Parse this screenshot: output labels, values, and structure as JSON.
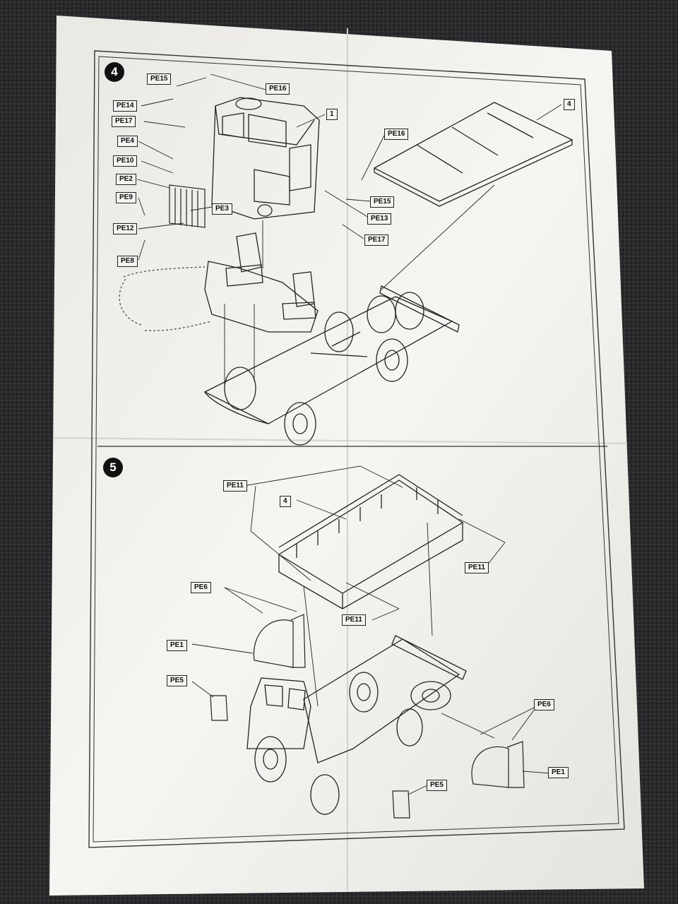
{
  "steps": [
    {
      "number": "4",
      "callouts": [
        {
          "id": "PE15",
          "text": "PE15"
        },
        {
          "id": "PE16",
          "text": "PE16"
        },
        {
          "id": "PE14",
          "text": "PE14"
        },
        {
          "id": "PE17",
          "text": "PE17"
        },
        {
          "id": "PE4",
          "text": "PE4"
        },
        {
          "id": "PE10",
          "text": "PE10"
        },
        {
          "id": "PE2",
          "text": "PE2"
        },
        {
          "id": "PE9",
          "text": "PE9"
        },
        {
          "id": "PE3",
          "text": "PE3"
        },
        {
          "id": "PE12",
          "text": "PE12"
        },
        {
          "id": "PE8",
          "text": "PE8"
        },
        {
          "id": "part1",
          "text": "1"
        },
        {
          "id": "part4",
          "text": "4"
        },
        {
          "id": "PE16b",
          "text": "PE16"
        },
        {
          "id": "PE15b",
          "text": "PE15"
        },
        {
          "id": "PE13",
          "text": "PE13"
        },
        {
          "id": "PE17b",
          "text": "PE17"
        }
      ]
    },
    {
      "number": "5",
      "callouts": [
        {
          "id": "PE11a",
          "text": "PE11"
        },
        {
          "id": "part4b",
          "text": "4"
        },
        {
          "id": "PE11b",
          "text": "PE11"
        },
        {
          "id": "PE6a",
          "text": "PE6"
        },
        {
          "id": "PE11c",
          "text": "PE11"
        },
        {
          "id": "PE1a",
          "text": "PE1"
        },
        {
          "id": "PE5a",
          "text": "PE5"
        },
        {
          "id": "PE6b",
          "text": "PE6"
        },
        {
          "id": "PE1b",
          "text": "PE1"
        },
        {
          "id": "PE5b",
          "text": "PE5"
        }
      ]
    }
  ],
  "colors": {
    "paper": "#f4f3ef",
    "ink": "#1a1a1a",
    "background": "#2a2a2c"
  }
}
